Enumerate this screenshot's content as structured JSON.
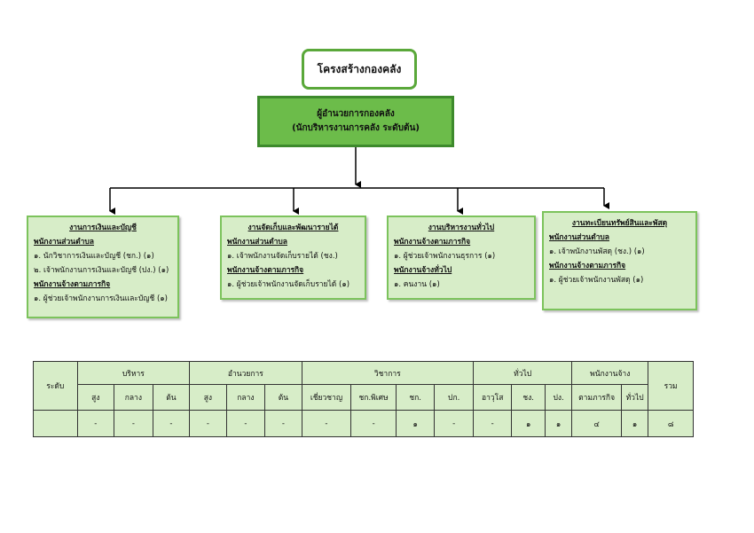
{
  "title": "โครงสร้างกองคลัง",
  "head": {
    "line1": "ผู้อำนวยการกองคลัง",
    "line2": "(นักบริหารงานการคลัง ระดับต้น)"
  },
  "units": [
    {
      "name": "งานการเงินและบัญชี",
      "groups": [
        {
          "label": "พนักงานส่วนตำบล",
          "items": [
            "๑. นักวิชาการเงินและบัญชี (ชก.) (๑)",
            "๒. เจ้าพนักงานการเงินและบัญชี (ปง.) (๑)"
          ]
        },
        {
          "label": "พนักงานจ้างตามภารกิจ",
          "items": [
            "๑. ผู้ช่วยเจ้าพนักงานการเงินและบัญชี (๑)"
          ]
        }
      ]
    },
    {
      "name": "งานจัดเก็บและพัฒนารายได้",
      "groups": [
        {
          "label": "พนักงานส่วนตำบล",
          "items": [
            "๑. เจ้าพนักงานจัดเก็บรายได้ (ชง.)"
          ]
        },
        {
          "label": "พนักงานจ้างตามภารกิจ",
          "items": [
            "๑. ผู้ช่วยเจ้าพนักงานจัดเก็บรายได้ (๑)"
          ]
        }
      ]
    },
    {
      "name": "งานบริหารงานทั่วไป",
      "groups": [
        {
          "label": "พนักงานจ้างตามภารกิจ",
          "items": [
            "๑. ผู้ช่วยเจ้าพนักงานธุรการ (๑)"
          ]
        },
        {
          "label": "พนักงานจ้างทั่วไป",
          "items": [
            "๑. คนงาน (๑)"
          ]
        }
      ]
    },
    {
      "name": "งานทะเบียนทรัพย์สินและพัสดุ",
      "groups": [
        {
          "label": "พนักงานส่วนตำบล",
          "items": [
            "๑. เจ้าพนักงานพัสดุ (ชง.) (๑)"
          ]
        },
        {
          "label": "พนักงานจ้างตามภารกิจ",
          "items": [
            "๑. ผู้ช่วยเจ้าพนักงานพัสดุ (๑)"
          ]
        }
      ]
    }
  ],
  "table": {
    "level_header": "ระดับ",
    "total_header": "รวม",
    "groups": [
      "บริหาร",
      "อำนวยการ",
      "วิชาการ",
      "ทั่วไป",
      "พนักงานจ้าง"
    ],
    "sub": [
      "สูง",
      "กลาง",
      "ต้น",
      "สูง",
      "กลาง",
      "ต้น",
      "เชี่ยวชาญ",
      "ชก.พิเศษ",
      "ชก.",
      "ปก.",
      "อาวุโส",
      "ชง.",
      "ปง.",
      "ตามภารกิจ",
      "ทั่วไป"
    ],
    "values": [
      "-",
      "-",
      "-",
      "-",
      "-",
      "-",
      "-",
      "-",
      "๑",
      "-",
      "-",
      "๑",
      "๑",
      "๔",
      "๑"
    ],
    "total": "๘"
  }
}
